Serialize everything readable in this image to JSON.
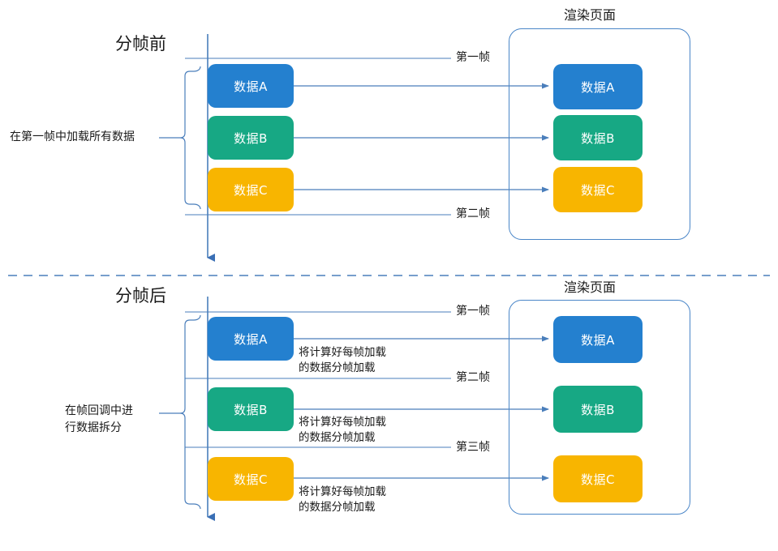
{
  "diagram": {
    "title_before": "分帧前",
    "title_after": "分帧后",
    "render_page_label": "渲染页面",
    "blocks": {
      "a": "数据A",
      "b": "数据B",
      "c": "数据C"
    },
    "colors": {
      "blue": "#2480cf",
      "green": "#17a884",
      "yellow": "#f8b500",
      "line": "#4a7ebb",
      "box_border": "#4a86c8",
      "text": "#1a1a1a"
    }
  },
  "before": {
    "side_note": "在第一帧中加载所有数据",
    "frames": [
      "第一帧",
      "第二帧"
    ],
    "source_blocks": [
      "数据A",
      "数据B",
      "数据C"
    ],
    "target_blocks": [
      "数据A",
      "数据B",
      "数据C"
    ],
    "page_label": "渲染页面"
  },
  "after": {
    "side_note_line1": "在帧回调中进",
    "side_note_line2": "行数据拆分",
    "frames": [
      "第一帧",
      "第二帧",
      "第三帧"
    ],
    "source_blocks": [
      "数据A",
      "数据B",
      "数据C"
    ],
    "target_blocks": [
      "数据A",
      "数据B",
      "数据C"
    ],
    "page_label": "渲染页面",
    "notes": [
      {
        "line1": "将计算好每帧加载",
        "line2": "的数据分帧加载"
      },
      {
        "line1": "将计算好每帧加载",
        "line2": "的数据分帧加载"
      },
      {
        "line1": "将计算好每帧加载",
        "line2": "的数据分帧加载"
      }
    ]
  }
}
